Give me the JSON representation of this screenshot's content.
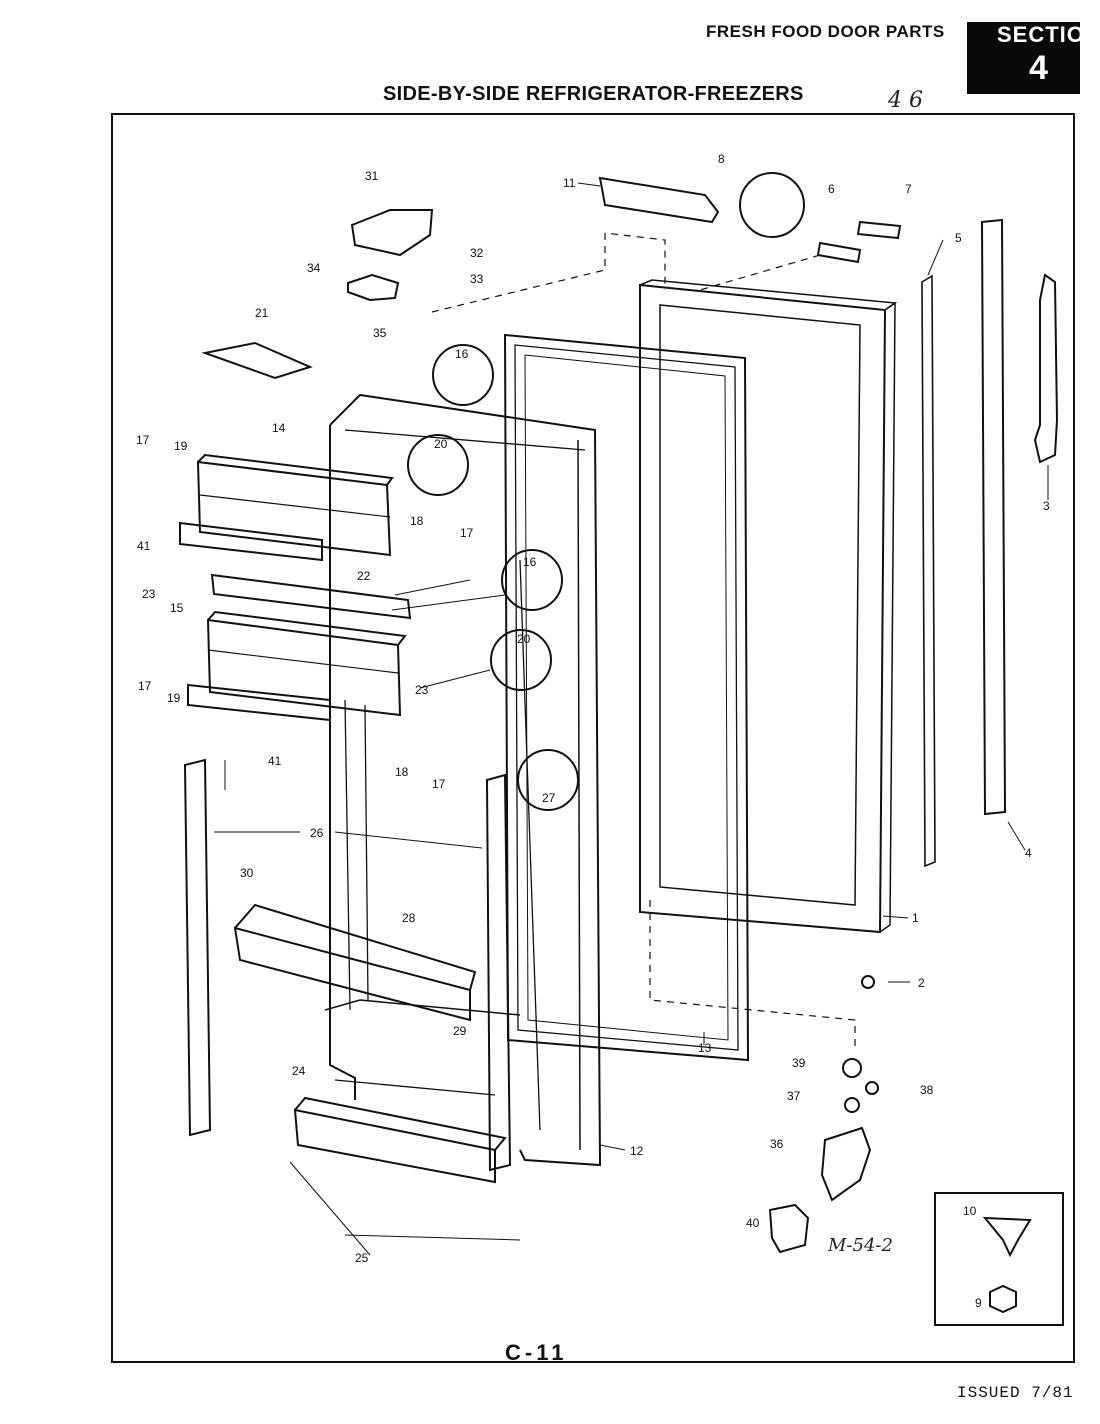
{
  "header": {
    "section_title": "FRESH FOOD DOOR PARTS",
    "section_label": "SECTIO",
    "section_number": "4",
    "document_title": "SIDE-BY-SIDE REFRIGERATOR-FREEZERS",
    "handwritten_note": "4 6"
  },
  "diagram": {
    "part_callouts": [
      "1",
      "2",
      "3",
      "4",
      "5",
      "6",
      "7",
      "8",
      "9",
      "10",
      "11",
      "12",
      "13",
      "14",
      "15",
      "16",
      "16",
      "17",
      "17",
      "17",
      "17",
      "18",
      "18",
      "19",
      "19",
      "20",
      "20",
      "21",
      "22",
      "23",
      "23",
      "24",
      "25",
      "26",
      "27",
      "28",
      "29",
      "30",
      "31",
      "32",
      "33",
      "34",
      "35",
      "36",
      "37",
      "38",
      "39",
      "40",
      "41",
      "41"
    ],
    "handwritten_code": "M-54-2"
  },
  "footer": {
    "page_code": "C-11",
    "issued": "ISSUED 7/81"
  }
}
